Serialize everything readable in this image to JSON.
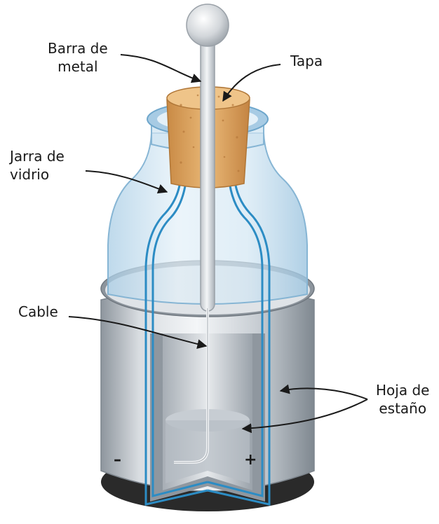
{
  "labels": {
    "metal_rod": "Barra de\nmetal",
    "lid": "Tapa",
    "glass_jar": "Jarra de\nvidrio",
    "cable": "Cable",
    "tin_foil": "Hoja de\nestaño"
  },
  "terminals": {
    "negative": "–",
    "positive": "+"
  },
  "colors": {
    "glass": "#c9e0ef",
    "glass_edge": "#7fb2d3",
    "foil": "#c8cdd2",
    "cork": "#d9a15a",
    "wire": "#2c8cc4",
    "arrow": "#1a1a1a"
  }
}
